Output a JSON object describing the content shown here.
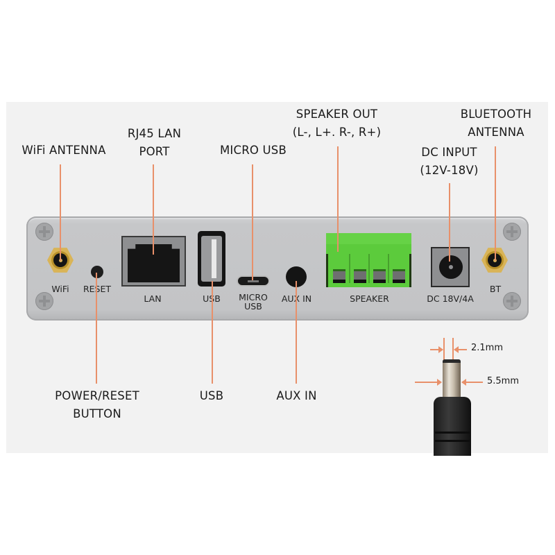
{
  "diagram": {
    "title": "Audio streamer rear panel connections",
    "callouts_top": [
      {
        "id": "wifi-antenna",
        "lines": [
          "WiFi  ANTENNA"
        ]
      },
      {
        "id": "rj45-lan",
        "lines": [
          "RJ45 LAN",
          "PORT"
        ]
      },
      {
        "id": "micro-usb",
        "lines": [
          "MICRO  USB"
        ]
      },
      {
        "id": "speaker-out",
        "lines": [
          "SPEAKER  OUT",
          "(L-, L+. R-, R+)"
        ]
      },
      {
        "id": "dc-input",
        "lines": [
          "DC INPUT",
          "(12V-18V)"
        ]
      },
      {
        "id": "bluetooth-antenna",
        "lines": [
          "BLUETOOTH",
          "ANTENNA"
        ]
      }
    ],
    "callouts_bottom": [
      {
        "id": "power-reset",
        "lines": [
          "POWER/RESET",
          "BUTTON"
        ]
      },
      {
        "id": "usb",
        "lines": [
          "USB"
        ]
      },
      {
        "id": "aux-in",
        "lines": [
          "AUX IN"
        ]
      }
    ],
    "panel_labels": {
      "wifi": "WiFi",
      "reset": "RESET",
      "lan": "LAN",
      "usb": "USB",
      "micro_usb": [
        "MICRO",
        "USB"
      ],
      "aux_in": "AUX IN",
      "speaker": "SPEAKER",
      "dc": "DC 18V/4A",
      "bt": "BT"
    },
    "plug_dimensions": {
      "inner": "2.1mm",
      "outer": "5.5mm"
    },
    "colors": {
      "leader_line": "#e8906a",
      "terminal_block": "#5ccb3c",
      "antenna_gold": "#d9b457",
      "panel": "#c4c5c7",
      "background": "#f2f2f2"
    }
  }
}
